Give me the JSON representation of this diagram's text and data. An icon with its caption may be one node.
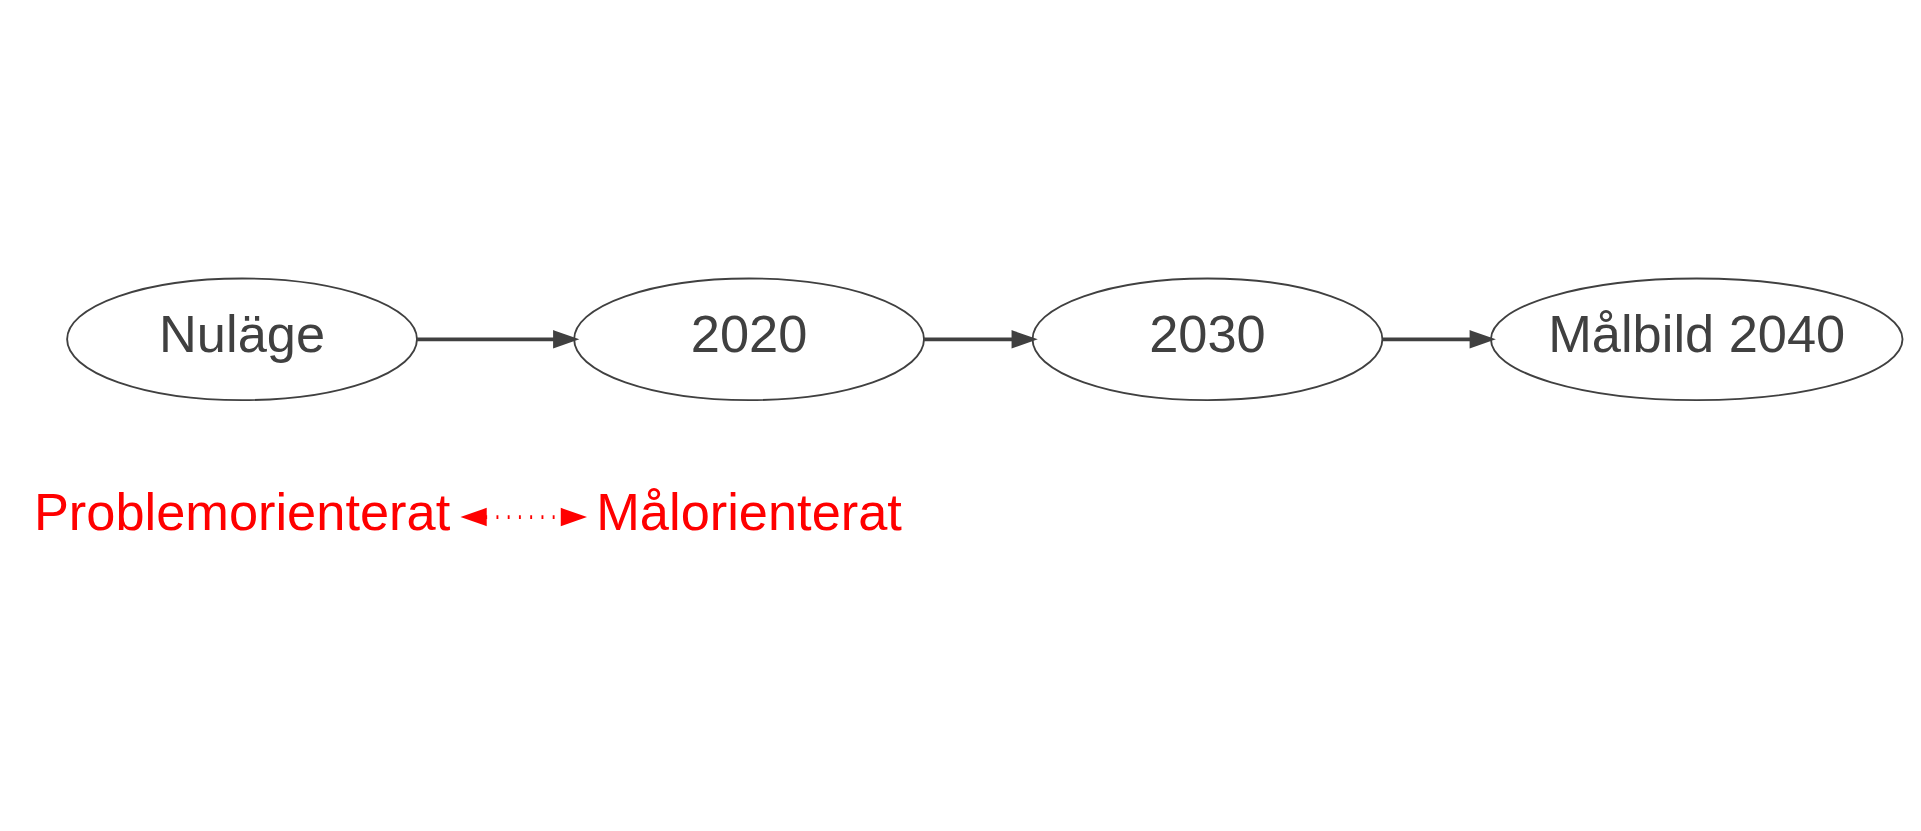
{
  "diagram": {
    "nodes": [
      {
        "text": [
          "Målorienterat"
        ]
      },
      {
        "text": [
          "Målbild 2040"
        ]
      },
      {
        "text": [
          "2030"
        ]
      },
      {
        "text": [
          "Problemorienterat"
        ]
      },
      {
        "text": [
          "2020"
        ]
      },
      {
        "text": [
          "Nuläge"
        ]
      }
    ],
    "edges": [
      {
        "from": 5,
        "to": 4,
        "arrow": "to"
      },
      {
        "from": 4,
        "to": 2,
        "arrow": "to"
      },
      {
        "from": 2,
        "to": 1,
        "arrow": "to"
      },
      {
        "from": 3,
        "to": 0,
        "arrow": "both",
        "style": "dashed",
        "color": "#ff0000"
      }
    ]
  }
}
